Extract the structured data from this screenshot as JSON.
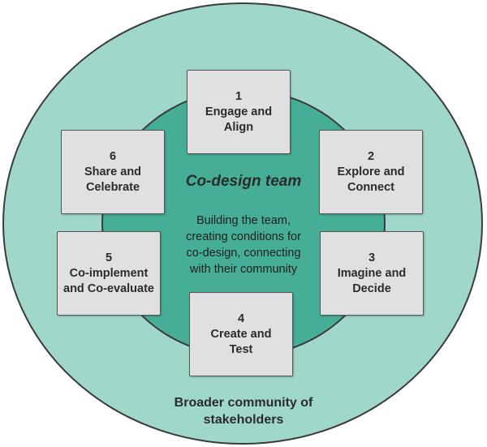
{
  "outer": {
    "label": "Broader community of\nstakeholders"
  },
  "team": {
    "title": "Co-design team",
    "description": "Building the team,\ncreating conditions for\nco-design, connecting\nwith their community"
  },
  "steps": [
    {
      "number": "1",
      "title": "Engage and\nAlign"
    },
    {
      "number": "2",
      "title": "Explore and\nConnect"
    },
    {
      "number": "3",
      "title": "Imagine and\nDecide"
    },
    {
      "number": "4",
      "title": "Create and\nTest"
    },
    {
      "number": "5",
      "title": "Co-implement\nand Co-evaluate"
    },
    {
      "number": "6",
      "title": "Share and\nCelebrate"
    }
  ],
  "colors": {
    "outer_circle": "#9fd8cb",
    "inner_circle": "#46ae96",
    "step_box": "#e0e0e0",
    "text": "#2b2b2b"
  }
}
